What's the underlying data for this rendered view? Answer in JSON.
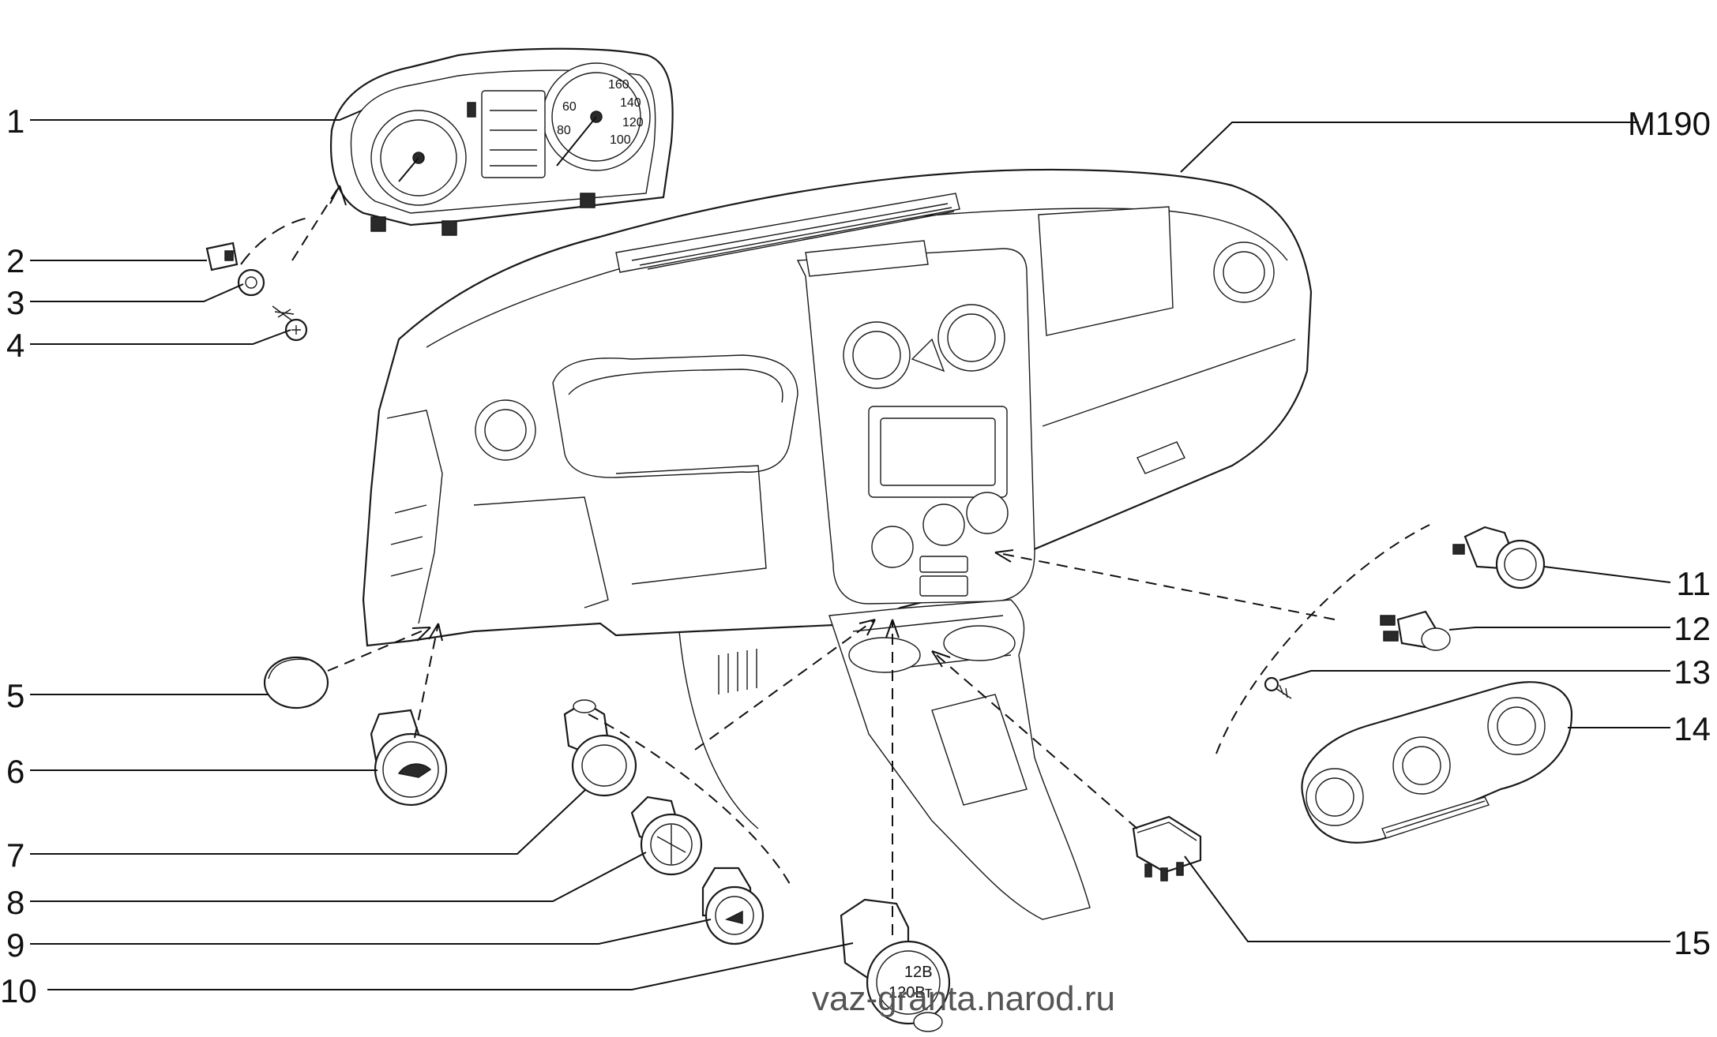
{
  "callouts": {
    "c1": "1",
    "c2": "2",
    "c3": "3",
    "c4": "4",
    "c5": "5",
    "c6": "6",
    "c7": "7",
    "c8": "8",
    "c9": "9",
    "c10": "10",
    "c11": "11",
    "c12": "12",
    "c13": "13",
    "c14": "14",
    "c15": "15",
    "model": "M190"
  },
  "cluster_readouts": {
    "speed_160": "160",
    "speed_140": "140",
    "speed_120": "120",
    "speed_100": "100",
    "speed_80": "80",
    "speed_60": "60"
  },
  "socket_label_1": "12В",
  "socket_label_2": "120Вт",
  "watermark": "vaz-granta.narod.ru"
}
